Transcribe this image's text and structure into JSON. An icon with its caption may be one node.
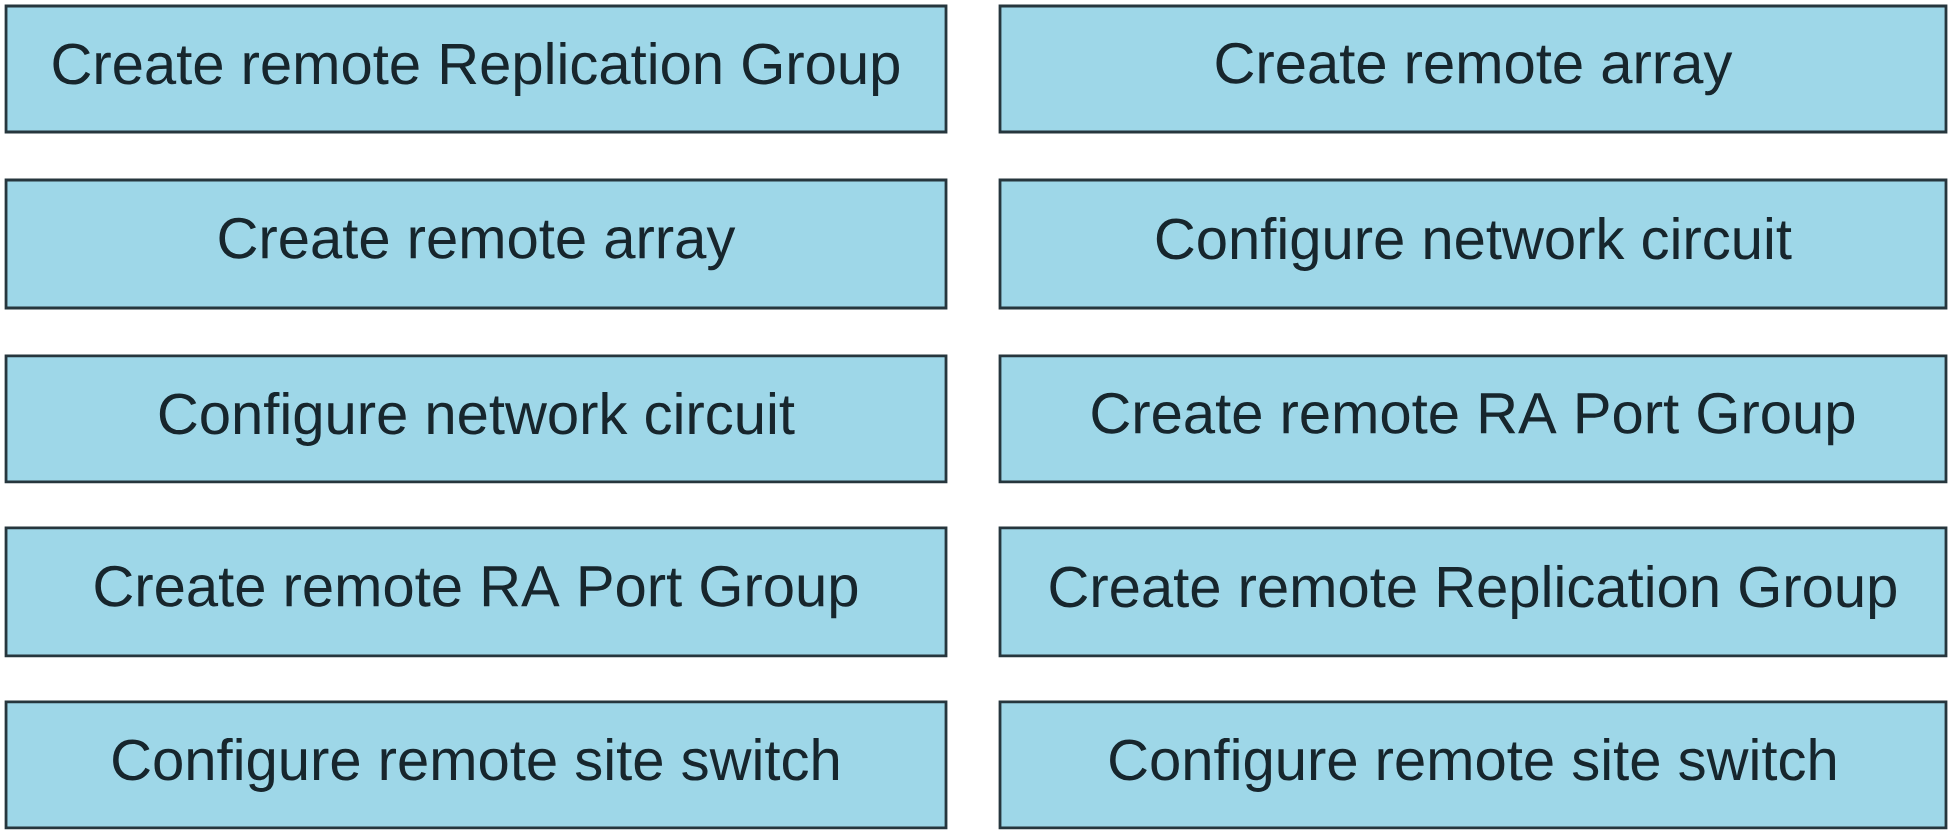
{
  "diagram": {
    "nodes": [
      {
        "text": [
          "Create remote Replication Group"
        ]
      },
      {
        "text": [
          "Create remote array"
        ]
      },
      {
        "text": [
          "Configure network circuit"
        ]
      },
      {
        "text": [
          "Create remote RA Port Group"
        ]
      },
      {
        "text": [
          "Configure remote site switch"
        ]
      },
      {
        "text": [
          "Create remote array"
        ]
      },
      {
        "text": [
          "Configure network circuit"
        ]
      },
      {
        "text": [
          "Create remote RA Port Group"
        ]
      },
      {
        "text": [
          "Create remote Replication Group"
        ]
      },
      {
        "text": [
          "Configure remote site switch"
        ]
      }
    ]
  }
}
